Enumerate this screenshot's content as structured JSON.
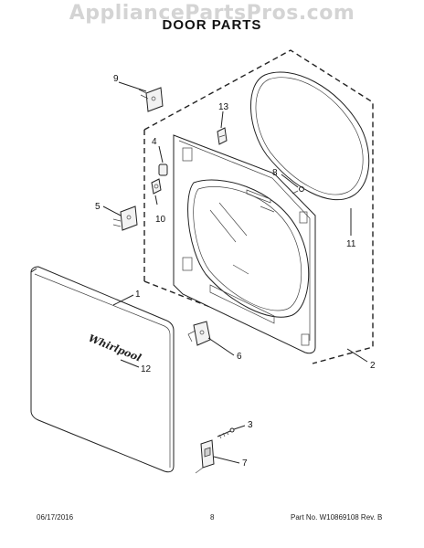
{
  "header": {
    "watermark": "AppliancePartsPros.com",
    "title": "DOOR PARTS"
  },
  "callouts": {
    "c1": "1",
    "c2": "2",
    "c3": "3",
    "c4": "4",
    "c5": "5",
    "c6": "6",
    "c7": "7",
    "c8": "8",
    "c9": "9",
    "c10": "10",
    "c11": "11",
    "c12": "12",
    "c13": "13"
  },
  "door_logo": "Whirlpool",
  "footer": {
    "date": "06/17/2016",
    "page": "8",
    "part_no": "Part No. W10869108  Rev. B"
  }
}
